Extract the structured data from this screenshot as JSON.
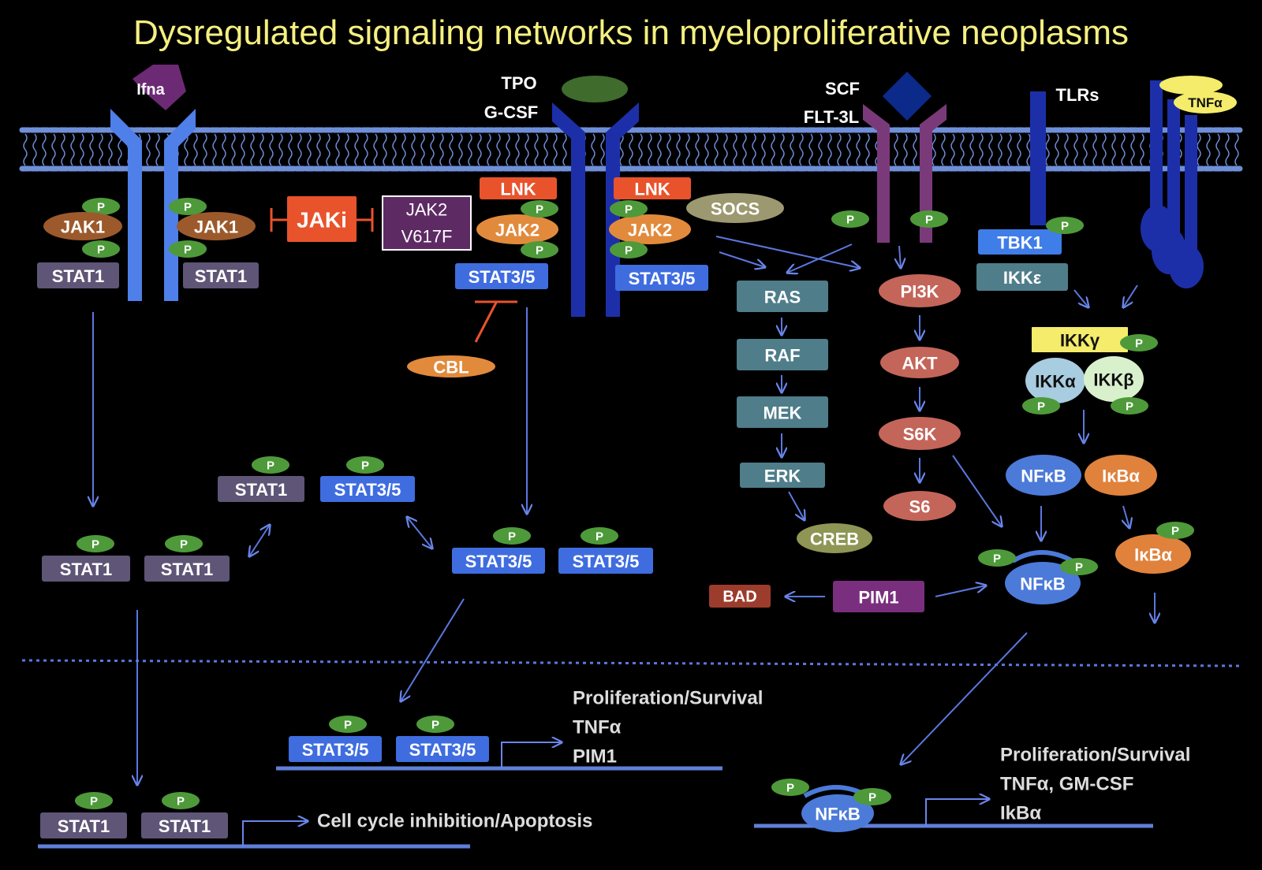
{
  "title": "Dysregulated signaling networks in myeloproliferative neoplasms",
  "colors": {
    "title": "#f5ef80",
    "membrane": "#6f8fd8",
    "arrow": "#5a78e0",
    "receptor_light": "#4f7fe8",
    "receptor_dark": "#1d2fa8",
    "receptor_purple": "#7a3a7a",
    "jak_oval": "#9c5a2c",
    "stat1_box": "#5f5576",
    "stat35_box": "#3f6de0",
    "lnk_box": "#e8532c",
    "jak2_oval": "#e28a3c",
    "phospho": "#4e9a3a",
    "ras_box": "#4f7d8a",
    "pi3k_oval": "#c4655a",
    "creb_oval": "#8f9554",
    "socs_oval": "#9c9870",
    "pim1_box": "#7a2f7e",
    "bad_box": "#9c3c2c",
    "tbk1_box": "#3f7de8",
    "ikke_box": "#4f7d8a",
    "ikkg_box": "#f4ec6a",
    "ikka_oval": "#a8cce0",
    "ikkb_oval": "#d9f0cc",
    "nfkb_oval": "#4c7ad8",
    "ikba_oval": "#e0823c",
    "tnfa_oval": "#f4ec6a",
    "jaki_box": "#e8532c"
  },
  "receptors": {
    "ifna": "Ifna",
    "tpo": "TPO",
    "gcsf": "G-CSF",
    "scf": "SCF",
    "flt3l": "FLT-3L",
    "tlrs": "TLRs",
    "tnfa": "TNFα"
  },
  "labels": {
    "p": "P",
    "jak1": "JAK1",
    "stat1": "STAT1",
    "jaki": "JAKi",
    "jak2_line1": "JAK2",
    "jak2_line2": "V617F",
    "lnk": "LNK",
    "jak2": "JAK2",
    "stat35": "STAT3/5",
    "socs": "SOCS",
    "cbl": "CBL",
    "ras": "RAS",
    "raf": "RAF",
    "mek": "MEK",
    "erk": "ERK",
    "creb": "CREB",
    "pi3k": "PI3K",
    "akt": "AKT",
    "s6k": "S6K",
    "s6": "S6",
    "tbk1": "TBK1",
    "ikke": "IKKε",
    "ikkg": "IKKγ",
    "ikka": "IKKα",
    "ikkb": "IKKβ",
    "nfkb": "NFκB",
    "ikba": "IκBα",
    "pim1": "PIM1",
    "bad": "BAD"
  },
  "outcomes": {
    "stat35": [
      "Proliferation/Survival",
      "TNFα",
      "PIM1"
    ],
    "stat1": "Cell cycle inhibition/Apoptosis",
    "nfkb": [
      "Proliferation/Survival",
      "TNFα, GM-CSF",
      "IkBα"
    ]
  }
}
